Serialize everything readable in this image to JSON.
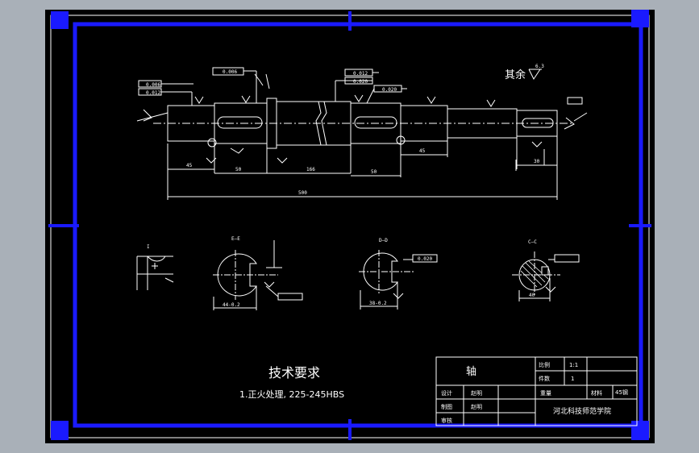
{
  "drawing": {
    "rest_note": "其余",
    "roughness_mark": "6.3",
    "section_labels": [
      "I",
      "E—E",
      "D—D",
      "C—C"
    ],
    "dimensions": {
      "segments": [
        "45",
        "50",
        "166",
        "50",
        "45",
        "30"
      ],
      "total_length": "500"
    },
    "tolerance_frames": {
      "f1": "0.006",
      "f2": "0.012",
      "f3": "0.006",
      "f4": "0.012",
      "f5": "0.020",
      "f6": "0.020",
      "f7": "0.020"
    },
    "section_dims": {
      "e_width": "44-0.2",
      "d_width": "38-0.2",
      "c_width": "40"
    }
  },
  "requirements": {
    "title": "技术要求",
    "line1": "1.正火处理, 225-245HBS"
  },
  "title_block": {
    "part_name": "轴",
    "scale_label": "比例",
    "scale_value": "1:1",
    "qty_label": "件数",
    "qty_value": "1",
    "weight_label": "重量",
    "material_label": "材料",
    "material_value": "45钢",
    "designer_label": "设计",
    "designer_name": "赵明",
    "drafter_label": "制图",
    "drafter_name": "赵明",
    "reviewer_label": "审核",
    "school": "河北科技师范学院"
  },
  "colors": {
    "frame_blue": "#1a1aff",
    "background": "#000000",
    "line_white": "#ffffff",
    "toolbar_gray": "#a9b0b8"
  }
}
